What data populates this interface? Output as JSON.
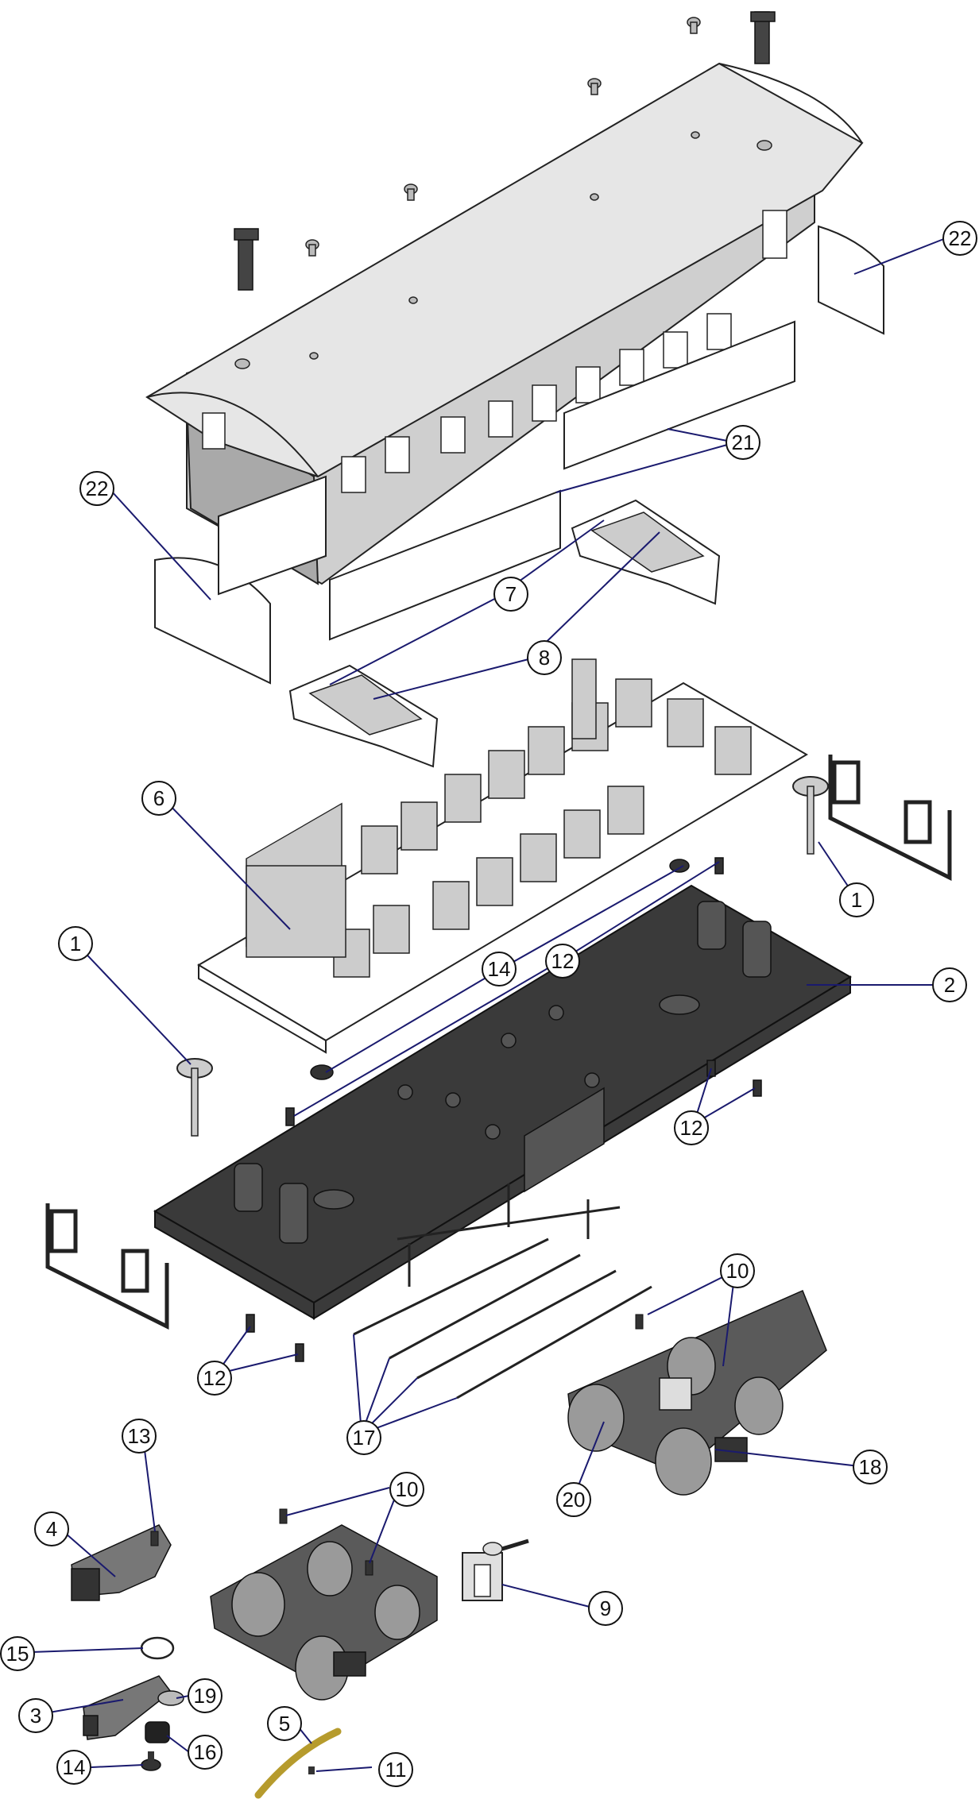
{
  "callouts": [
    {
      "id": "c22a",
      "label": "22"
    },
    {
      "id": "c21",
      "label": "21"
    },
    {
      "id": "c22b",
      "label": "22"
    },
    {
      "id": "c7",
      "label": "7"
    },
    {
      "id": "c8",
      "label": "8"
    },
    {
      "id": "c6",
      "label": "6"
    },
    {
      "id": "c1a",
      "label": "1"
    },
    {
      "id": "c1b",
      "label": "1"
    },
    {
      "id": "c14a",
      "label": "14"
    },
    {
      "id": "c12a",
      "label": "12"
    },
    {
      "id": "c2",
      "label": "2"
    },
    {
      "id": "c12b",
      "label": "12"
    },
    {
      "id": "c12c",
      "label": "12"
    },
    {
      "id": "c10a",
      "label": "10"
    },
    {
      "id": "c17",
      "label": "17"
    },
    {
      "id": "c18",
      "label": "18"
    },
    {
      "id": "c20",
      "label": "20"
    },
    {
      "id": "c13",
      "label": "13"
    },
    {
      "id": "c10b",
      "label": "10"
    },
    {
      "id": "c4",
      "label": "4"
    },
    {
      "id": "c9",
      "label": "9"
    },
    {
      "id": "c15",
      "label": "15"
    },
    {
      "id": "c3",
      "label": "3"
    },
    {
      "id": "c19",
      "label": "19"
    },
    {
      "id": "c5",
      "label": "5"
    },
    {
      "id": "c16",
      "label": "16"
    },
    {
      "id": "c14b",
      "label": "14"
    },
    {
      "id": "c11",
      "label": "11"
    }
  ]
}
